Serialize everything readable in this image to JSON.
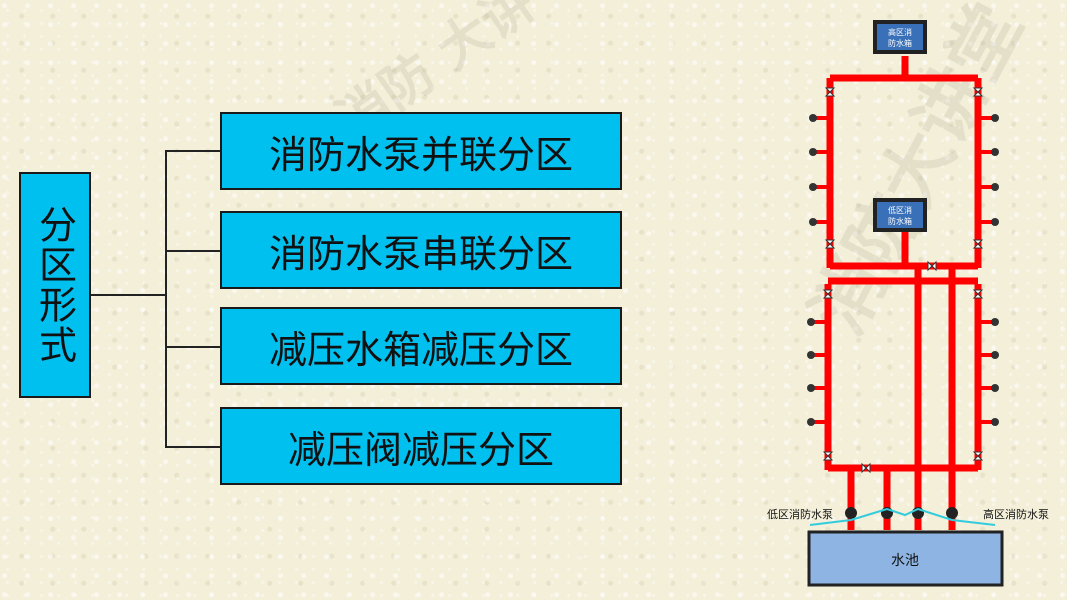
{
  "watermark": {
    "text_main": "消防大讲堂",
    "text_top": "消防 大讲"
  },
  "classification": {
    "root_label": "分区形式",
    "branches": [
      {
        "label": "消防水泵并联分区"
      },
      {
        "label": "消防水泵串联分区"
      },
      {
        "label": "减压水箱减压分区"
      },
      {
        "label": "减压阀减压分区"
      }
    ]
  },
  "system_diagram": {
    "top_tank_label_line1": "高区消",
    "top_tank_label_line2": "防水箱",
    "mid_tank_label_line1": "低区消",
    "mid_tank_label_line2": "防水箱",
    "low_pump_label": "低区消防水泵",
    "high_pump_label": "高区消防水泵",
    "pool_label": "水池",
    "colors": {
      "pipe": "#ff0000",
      "pool": "#8db4e2",
      "tank": "#3a70b8",
      "water": "#33ccdd"
    }
  }
}
